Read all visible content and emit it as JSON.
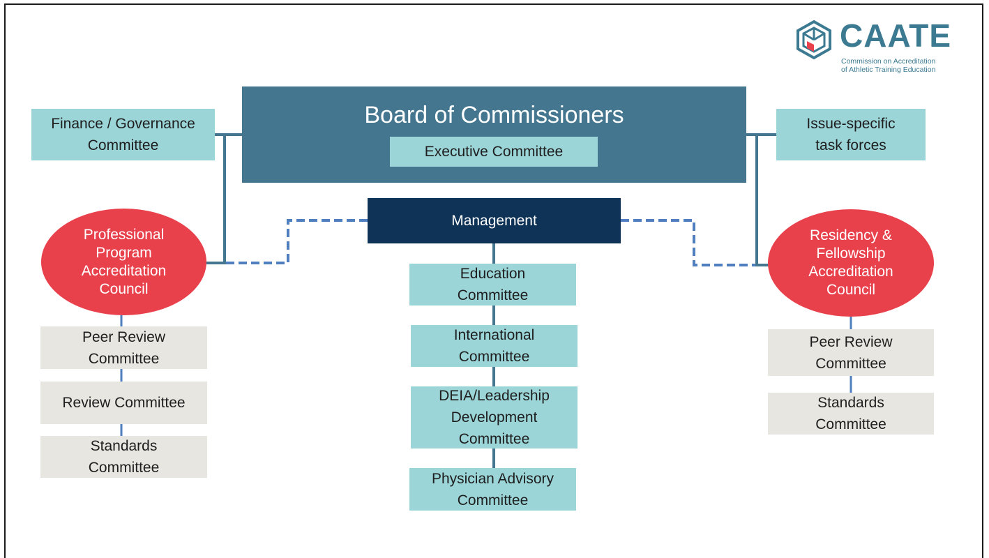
{
  "logo": {
    "word": "CAATE",
    "subtitle_line1": "Commission on Accreditation",
    "subtitle_line2": "of Athletic Training Education"
  },
  "board": {
    "title": "Board of Commissioners",
    "executive": "Executive Committee"
  },
  "finance": {
    "line1": "Finance / Governance",
    "line2": "Committee"
  },
  "task_forces": {
    "line1": "Issue-specific",
    "line2": "task forces"
  },
  "management": "Management",
  "ppac": {
    "lines": [
      "Professional",
      "Program",
      "Accreditation",
      "Council"
    ],
    "committees": [
      {
        "line1": "Peer Review",
        "line2": "Committee"
      },
      {
        "line1": "Review Committee",
        "line2": ""
      },
      {
        "line1": "Standards",
        "line2": "Committee"
      }
    ]
  },
  "rfac": {
    "lines": [
      "Residency &",
      "Fellowship",
      "Accreditation",
      "Council"
    ],
    "committees": [
      {
        "line1": "Peer Review",
        "line2": "Committee"
      },
      {
        "line1": "Standards",
        "line2": "Committee"
      }
    ]
  },
  "center_committees": [
    {
      "line1": "Education",
      "line2": "Committee",
      "line3": ""
    },
    {
      "line1": "International",
      "line2": "Committee",
      "line3": ""
    },
    {
      "line1": "DEIA/Leadership",
      "line2": "Development",
      "line3": "Committee"
    },
    {
      "line1": "Physician Advisory",
      "line2": "Committee",
      "line3": ""
    }
  ],
  "colors": {
    "board": "#44778f",
    "teal_box": "#9bd5d8",
    "grey_box": "#e8e6e1",
    "management": "#0f3357",
    "council": "#e8414c",
    "connector": "#4f7fbf",
    "solid_connector": "#44778f"
  }
}
